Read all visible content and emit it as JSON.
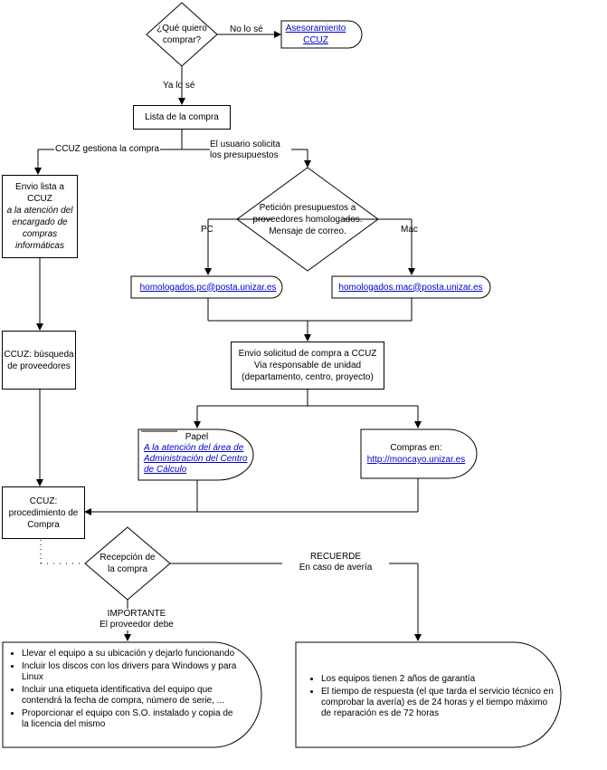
{
  "top": {
    "question": "¿Qué quiero comprar?",
    "no_lo_se": "No lo sé",
    "asesoramiento": "Asesoramiento CCUZ",
    "ya_lo_se": "Ya lo sé"
  },
  "lista": "Lista de la compra",
  "branch_ccuz": "CCUZ gestiona la compra",
  "branch_user": "El usuario solicita los presupuestos",
  "envio_lista": {
    "title": "Envio lista a CCUZ",
    "italic": "a la atención del encargado de compras informáticas"
  },
  "peticion": "Petición presupuestos a proveedores homologados. Mensaje de correo.",
  "pc": "PC",
  "mac": "Mac",
  "email_pc": "homologados.pc@posta.unizar.es",
  "email_mac": "homologados.mac@posta.unizar.es",
  "busqueda": "CCUZ: búsqueda de proveedores",
  "envio_solicitud": {
    "line1": "Envio solicitud de compra a CCUZ",
    "line2": "Via responsable de unidad",
    "line3": "(departamento, centro, proyecto)"
  },
  "papel": {
    "title": "Papel",
    "link": "A la atención del área de Administración del Centro de Cálculo"
  },
  "compras": {
    "title": "Compras en:",
    "link": "http://moncayo.unizar.es"
  },
  "procedimiento": "CCUZ: procedimiento de Compra",
  "recepcion": "Recepción de la compra",
  "importante": {
    "title": "IMPORTANTE",
    "subtitle": "El proveedor debe"
  },
  "recuerde": {
    "title": "RECUERDE",
    "subtitle": "En caso de avería"
  },
  "proveedor_items": [
    "Llevar el equipo a su ubicación y dejarlo funcionando",
    "Incluir los discos con los drivers para Windows y para Linux",
    "Incluir una etiqueta identificativa del equipo que contendrá la fecha de compra, número de serie, ...",
    "Proporcionar el equipo con S.O. instalado y copia de la licencia del mismo"
  ],
  "averia_items": [
    "Los equipos tienen 2 años de garantía",
    "El tiempo de respuesta (el que tarda el servicio técnico en comprobar la avería) es de 24 horas y el tiempo máximo de reparación es de 72 horas"
  ]
}
